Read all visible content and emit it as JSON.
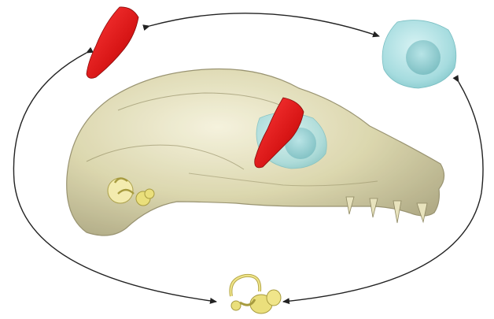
{
  "figure": {
    "description_items": [
      {
        "name": "skull",
        "color": "#cfc99a"
      },
      {
        "name": "red-structure",
        "color": "#d11a1a"
      },
      {
        "name": "cyan-eye-structure",
        "color": "#a9dde0"
      },
      {
        "name": "yellow-inner-ear",
        "color": "#e9de7a"
      }
    ],
    "arrow_color": "#222222"
  }
}
